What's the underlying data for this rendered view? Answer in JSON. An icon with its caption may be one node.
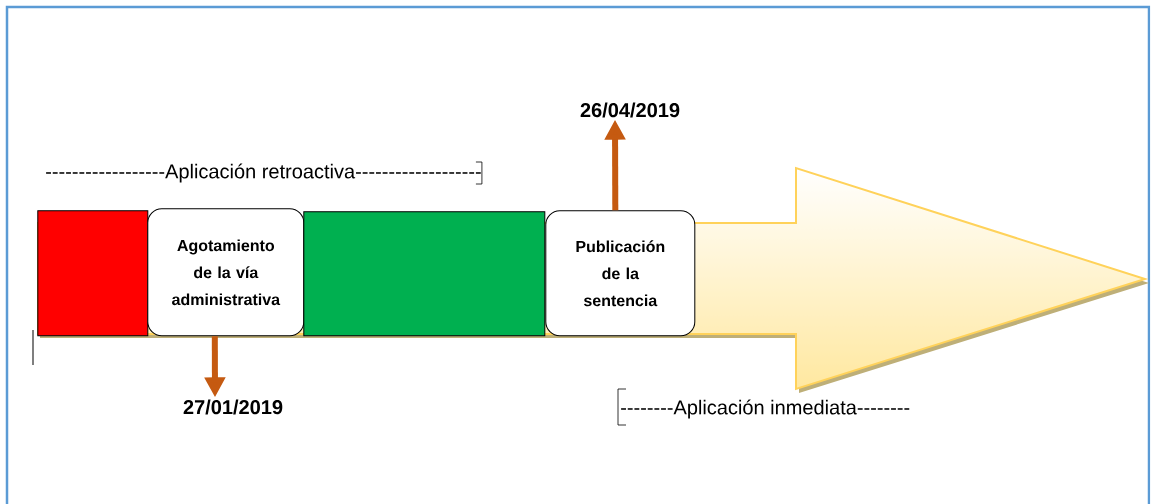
{
  "diagram": {
    "nodes": [
      {
        "text": [],
        "shape": "arrow"
      },
      {
        "text": [],
        "shape": "box",
        "in": 0
      },
      {
        "text": [
          "Agotamiento de la vía administrativa"
        ],
        "in": 0
      },
      {
        "text": [],
        "shape": "box",
        "in": 0
      },
      {
        "text": [
          "Publicación de la sentencia"
        ],
        "in": 0
      },
      {
        "text": [
          "27/01/2019"
        ]
      },
      {
        "text": [
          "26/04/2019"
        ]
      }
    ],
    "edges": [
      {
        "from": 2,
        "to": 5,
        "arrow": "to"
      },
      {
        "from": 4,
        "to": 6,
        "arrow": "to"
      }
    ],
    "labels": [
      "------------------Aplicación retroactiva-------------------",
      "--------Aplicación inmediata--------"
    ]
  }
}
